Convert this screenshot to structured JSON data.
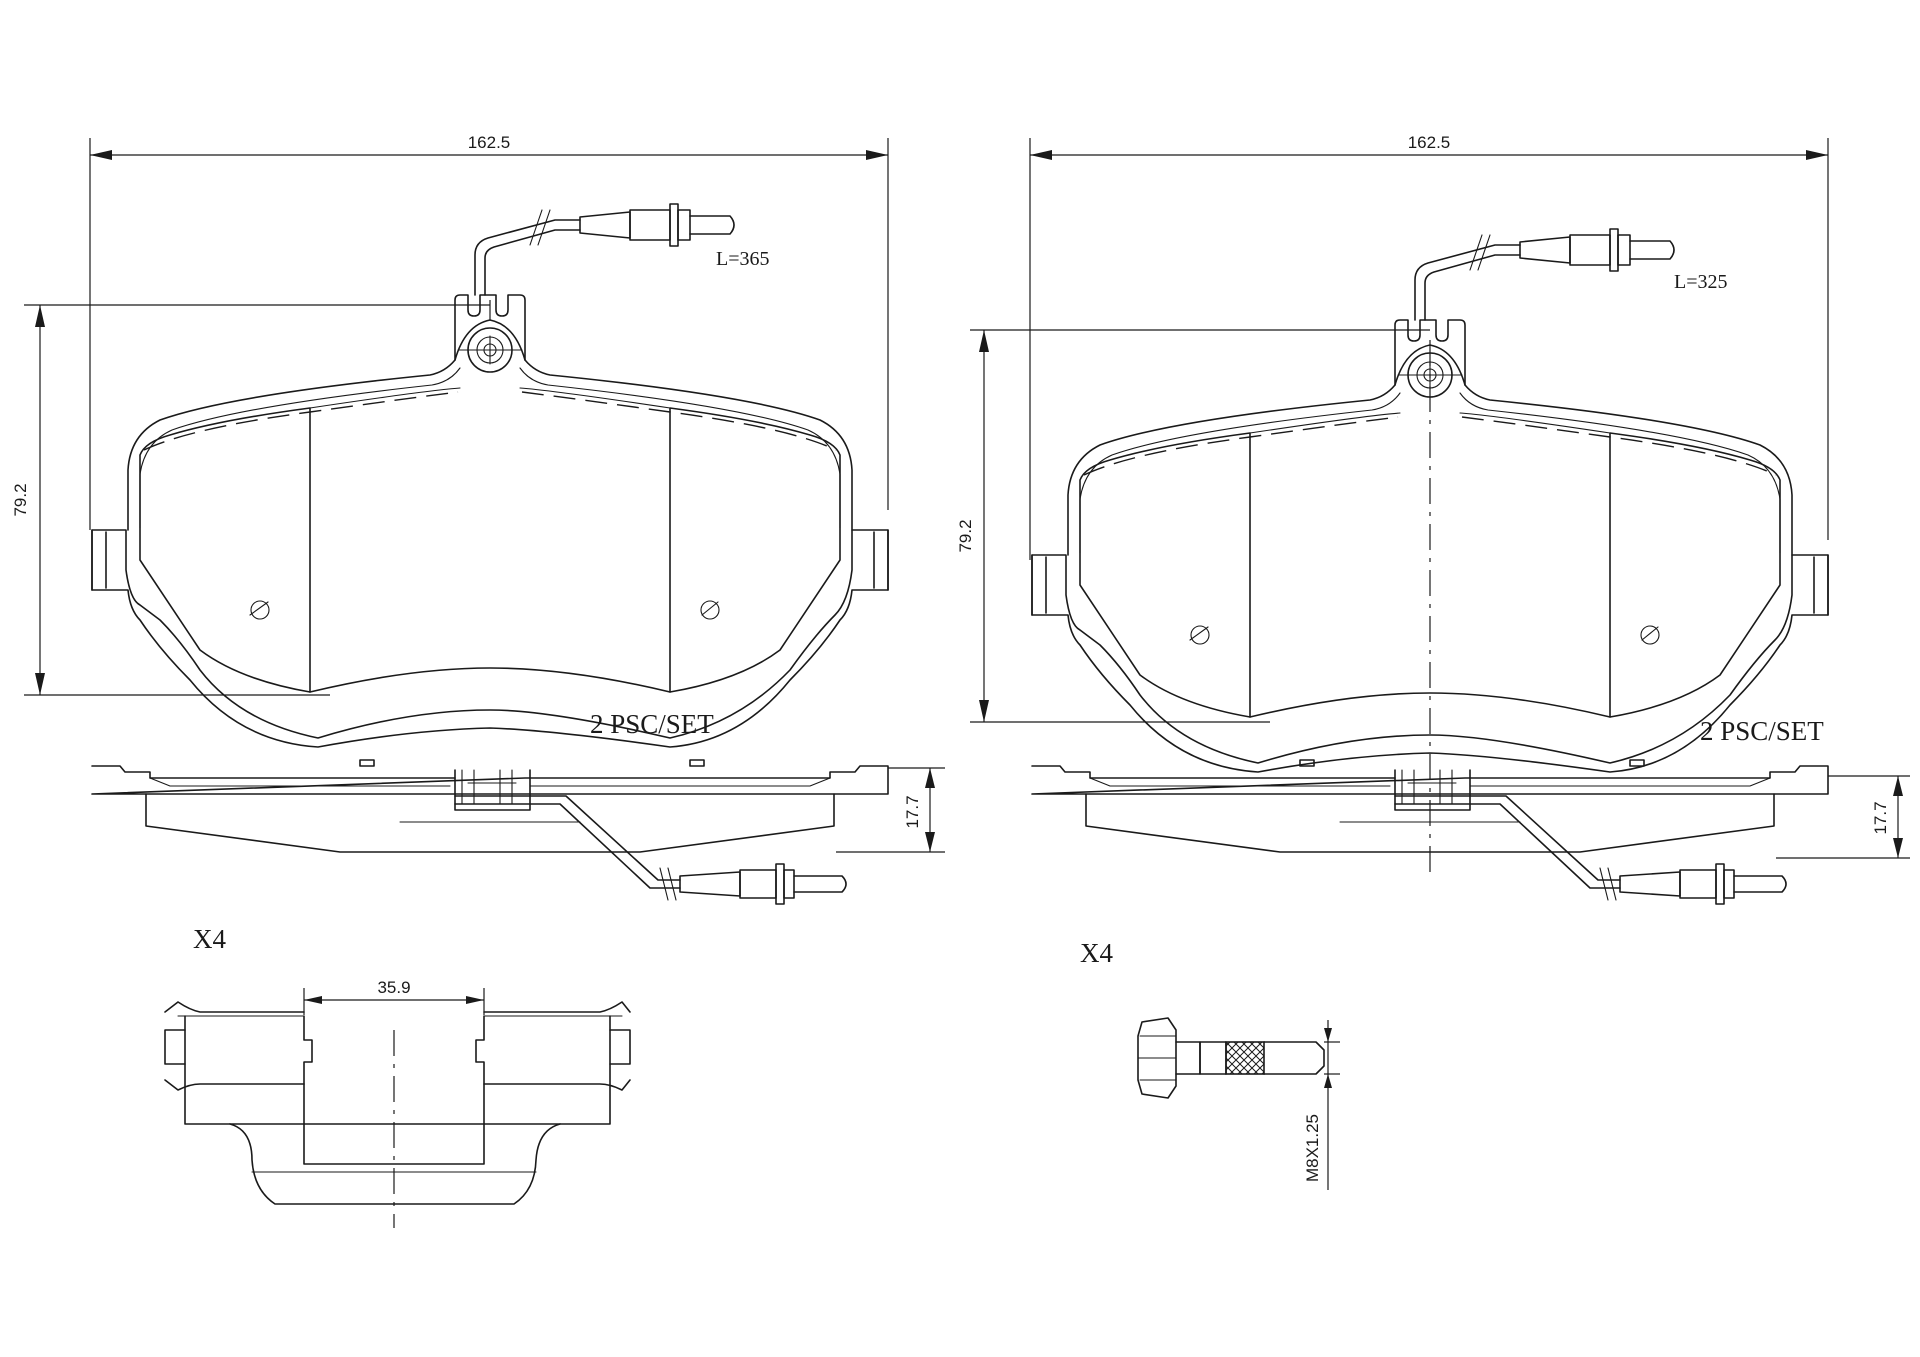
{
  "left_view": {
    "width_dim": "162.5",
    "height_dim": "79.2",
    "thickness_dim": "17.7",
    "sensor_length": "L=365",
    "set_label": "2 PSC/SET",
    "qty_label": "X4",
    "clip_dim": "35.9"
  },
  "right_view": {
    "width_dim": "162.5",
    "height_dim": "79.2",
    "thickness_dim": "17.7",
    "sensor_length": "L=325",
    "set_label": "2 PSC/SET",
    "qty_label": "X4",
    "bolt_thread": "M8X1.25"
  }
}
